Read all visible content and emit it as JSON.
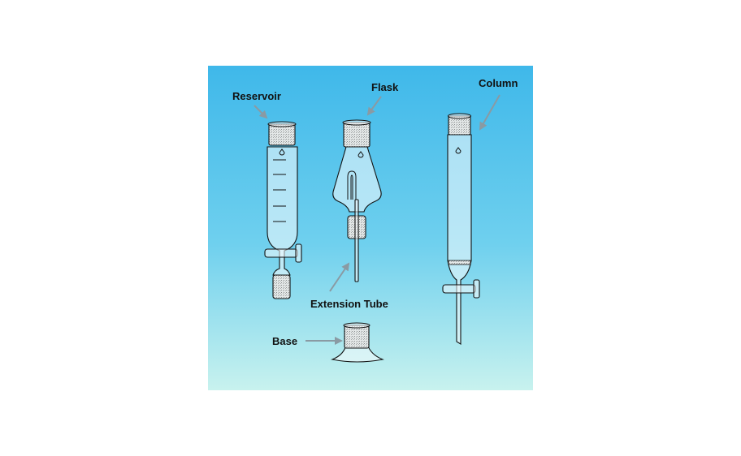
{
  "labels": {
    "reservoir": "Reservoir",
    "flask": "Flask",
    "column": "Column",
    "extension_tube": "Extension Tube",
    "base": "Base"
  },
  "colors": {
    "background_top": "#3fb8ea",
    "background_bottom": "#c8f2ee",
    "arrow": "#8a9aa3",
    "outline": "#111111"
  }
}
